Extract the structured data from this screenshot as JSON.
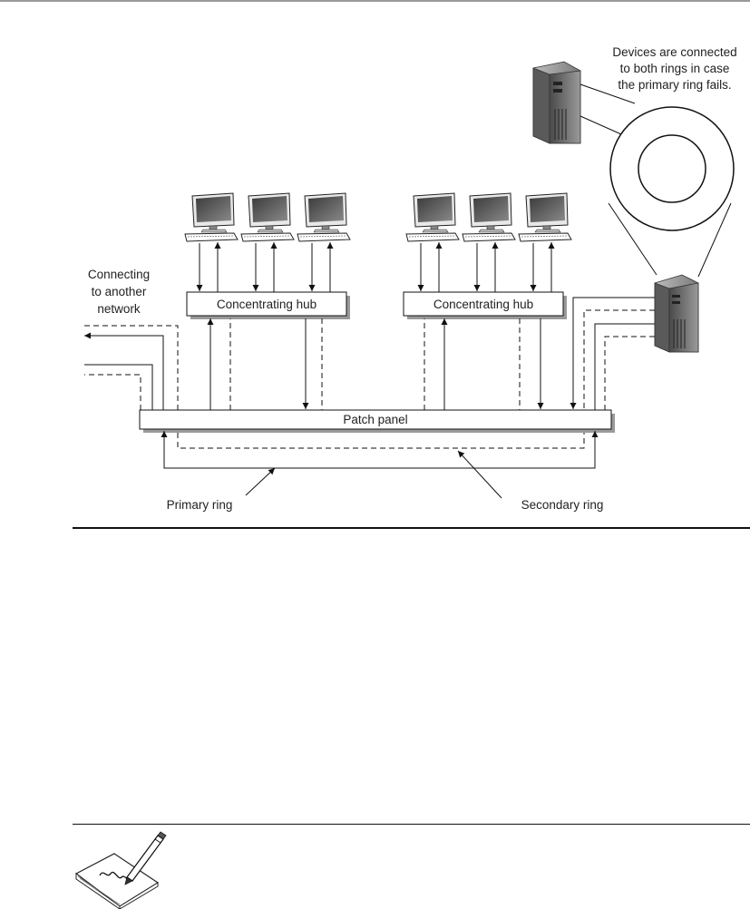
{
  "diagram": {
    "callout": [
      "Devices are connected",
      "to both rings in case",
      "the primary ring fails."
    ],
    "external": [
      "Connecting",
      "to another",
      "network"
    ],
    "hub_left": "Concentrating hub",
    "hub_right": "Concentrating hub",
    "patch_panel": "Patch panel",
    "primary_ring": "Primary ring",
    "secondary_ring": "Secondary ring"
  },
  "note": {
    "icon": "notepad-pencil-icon"
  }
}
